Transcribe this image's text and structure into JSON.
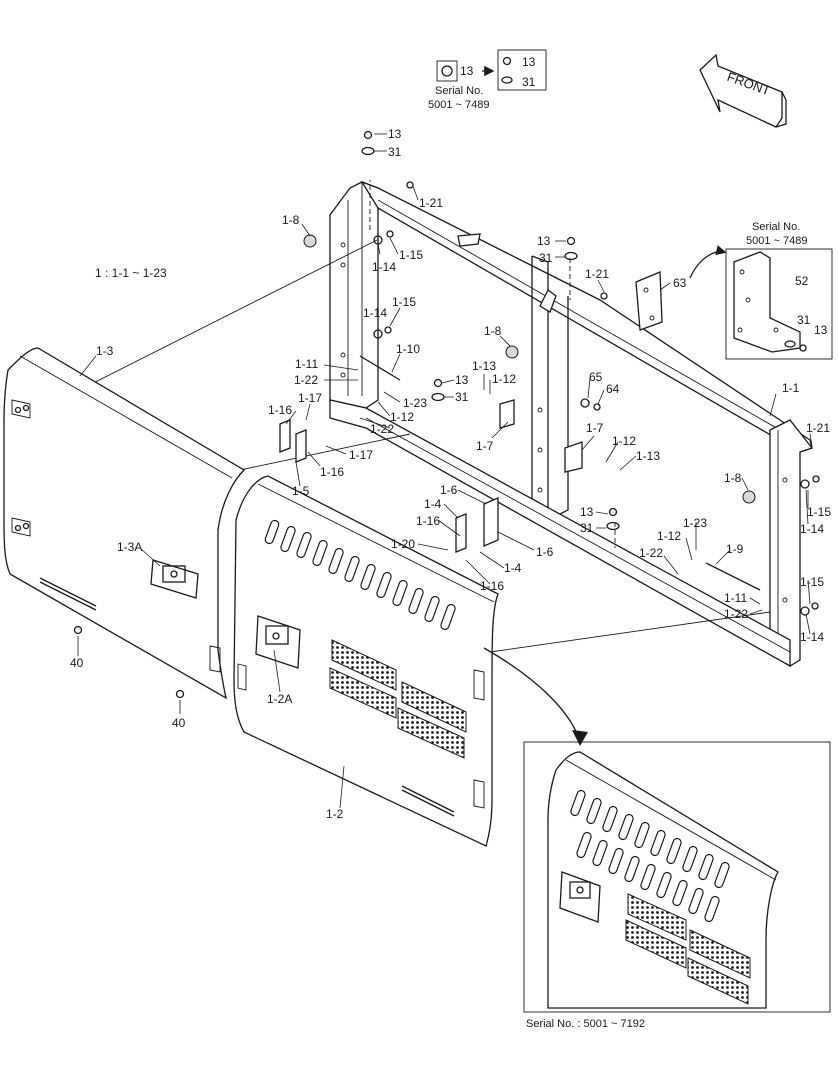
{
  "header": {
    "variant_fastener_a": "13",
    "variant_fastener_b": "13",
    "variant_washer": "31",
    "serial_label": "Serial No.",
    "serial_range": "5001 ~ 7489"
  },
  "front_badge": {
    "text": "FRONT",
    "icon": "front-arrow-icon"
  },
  "assembly_note": "1 : 1-1 ~ 1-23",
  "detail_bracket": {
    "serial_label": "Serial No.",
    "serial_range": "5001 ~ 7489",
    "callouts": [
      "52",
      "31",
      "13"
    ]
  },
  "inset": {
    "caption": "Serial No. : 5001 ~ 7192"
  },
  "callouts": [
    {
      "id": "c13a",
      "text": "13"
    },
    {
      "id": "c31a",
      "text": "31"
    },
    {
      "id": "c121a",
      "text": "1-21"
    },
    {
      "id": "c18a",
      "text": "1-8"
    },
    {
      "id": "c114a",
      "text": "1-14"
    },
    {
      "id": "c115a",
      "text": "1-15"
    },
    {
      "id": "c114b",
      "text": "1-14"
    },
    {
      "id": "c115b",
      "text": "1-15"
    },
    {
      "id": "c13b",
      "text": "13"
    },
    {
      "id": "c31b",
      "text": "31"
    },
    {
      "id": "c121b",
      "text": "1-21"
    },
    {
      "id": "c63",
      "text": "63"
    },
    {
      "id": "c13c",
      "text": "1-3"
    },
    {
      "id": "c18b",
      "text": "1-8"
    },
    {
      "id": "c110",
      "text": "1-10"
    },
    {
      "id": "c111a",
      "text": "1-11"
    },
    {
      "id": "c122a",
      "text": "1-22"
    },
    {
      "id": "c113a",
      "text": "1-13"
    },
    {
      "id": "c112a",
      "text": "1-12"
    },
    {
      "id": "c13d",
      "text": "13"
    },
    {
      "id": "c31c",
      "text": "31"
    },
    {
      "id": "c123a",
      "text": "1-23"
    },
    {
      "id": "c112b",
      "text": "1-12"
    },
    {
      "id": "c122b",
      "text": "1-22"
    },
    {
      "id": "c116a",
      "text": "1-16"
    },
    {
      "id": "c117a",
      "text": "1-17"
    },
    {
      "id": "c65",
      "text": "65"
    },
    {
      "id": "c64",
      "text": "64"
    },
    {
      "id": "c11",
      "text": "1-1"
    },
    {
      "id": "c121c",
      "text": "1-21"
    },
    {
      "id": "c17a",
      "text": "1-7"
    },
    {
      "id": "c17b",
      "text": "1-7"
    },
    {
      "id": "c112c",
      "text": "1-12"
    },
    {
      "id": "c113b",
      "text": "1-13"
    },
    {
      "id": "c117b",
      "text": "1-17"
    },
    {
      "id": "c116b",
      "text": "1-16"
    },
    {
      "id": "c15",
      "text": "1-5"
    },
    {
      "id": "c18c",
      "text": "1-8"
    },
    {
      "id": "c115c",
      "text": "1-15"
    },
    {
      "id": "c114c",
      "text": "1-14"
    },
    {
      "id": "c16a",
      "text": "1-6"
    },
    {
      "id": "c14a",
      "text": "1-4"
    },
    {
      "id": "c116c",
      "text": "1-16"
    },
    {
      "id": "c120",
      "text": "1-20"
    },
    {
      "id": "c16b",
      "text": "1-6"
    },
    {
      "id": "c14b",
      "text": "1-4"
    },
    {
      "id": "c116d",
      "text": "1-16"
    },
    {
      "id": "c13e",
      "text": "13"
    },
    {
      "id": "c31d",
      "text": "31"
    },
    {
      "id": "c112d",
      "text": "1-12"
    },
    {
      "id": "c123b",
      "text": "1-23"
    },
    {
      "id": "c122c",
      "text": "1-22"
    },
    {
      "id": "c19",
      "text": "1-9"
    },
    {
      "id": "c13A",
      "text": "1-3A"
    },
    {
      "id": "c40a",
      "text": "40"
    },
    {
      "id": "c111b",
      "text": "1-11"
    },
    {
      "id": "c122d",
      "text": "1-22"
    },
    {
      "id": "c115d",
      "text": "1-15"
    },
    {
      "id": "c114d",
      "text": "1-14"
    },
    {
      "id": "c12A",
      "text": "1-2A"
    },
    {
      "id": "c40b",
      "text": "40"
    },
    {
      "id": "c12",
      "text": "1-2"
    }
  ],
  "colors": {
    "line": "#1a1a1a",
    "background": "#ffffff",
    "shade": "#d9d9d9"
  }
}
